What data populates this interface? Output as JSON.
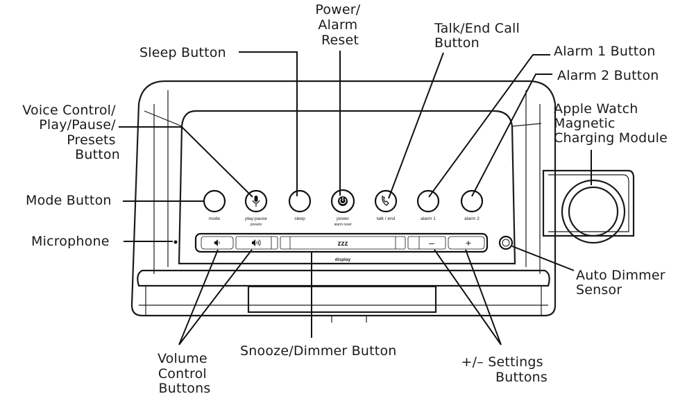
{
  "callouts": {
    "power": [
      "Power/",
      "Alarm",
      "Reset"
    ],
    "sleep": [
      "Sleep Button"
    ],
    "talk": [
      "Talk/End Call",
      "Button"
    ],
    "alarm1": [
      "Alarm 1 Button"
    ],
    "alarm2": [
      "Alarm 2 Button"
    ],
    "voice": [
      "Voice Control/",
      "Play/Pause/",
      "Presets",
      "Button"
    ],
    "apple": [
      "Apple Watch",
      "Magnetic",
      "Charging Module"
    ],
    "mode": [
      "Mode Button"
    ],
    "microphone": [
      "Microphone"
    ],
    "dimmer": [
      "Auto Dimmer",
      "Sensor"
    ],
    "snooze": [
      "Snooze/Dimmer Button"
    ],
    "volume": [
      "Volume",
      "Control",
      "Buttons"
    ],
    "settings": [
      "+/– Settings",
      "Buttons"
    ]
  },
  "button_labels": {
    "mode": "mode",
    "play_pause": "play-pause",
    "presets": "presets",
    "sleep": "sleep",
    "power": "power",
    "alarm_reset": "alarm reset",
    "talk_end": "talk / end",
    "alarm1": "alarm 1",
    "alarm2": "alarm 2"
  },
  "strip": {
    "snooze": "zzz",
    "display": "display",
    "minus": "–",
    "plus": "+"
  }
}
